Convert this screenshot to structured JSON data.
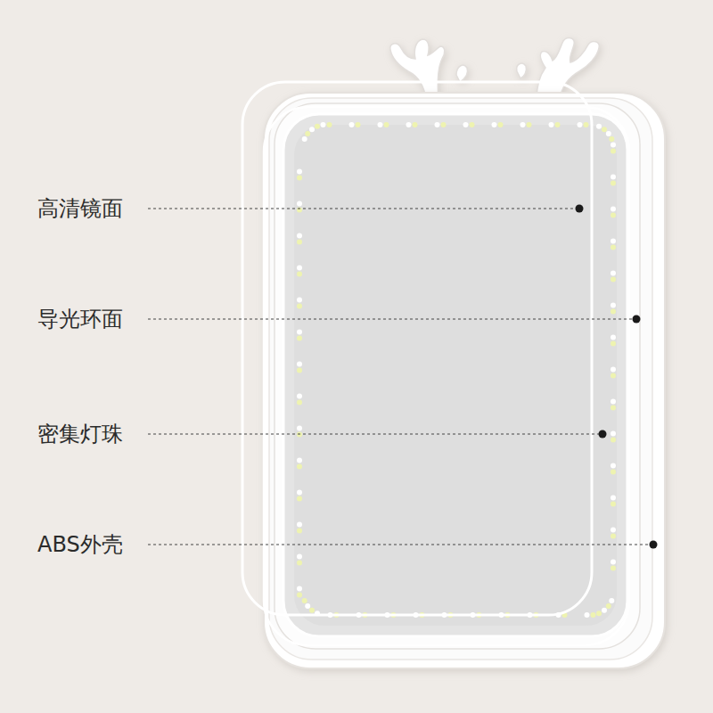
{
  "diagram": {
    "labels": [
      "高清镜面",
      "导光环面",
      "密集灯珠",
      "ABS外壳"
    ]
  }
}
